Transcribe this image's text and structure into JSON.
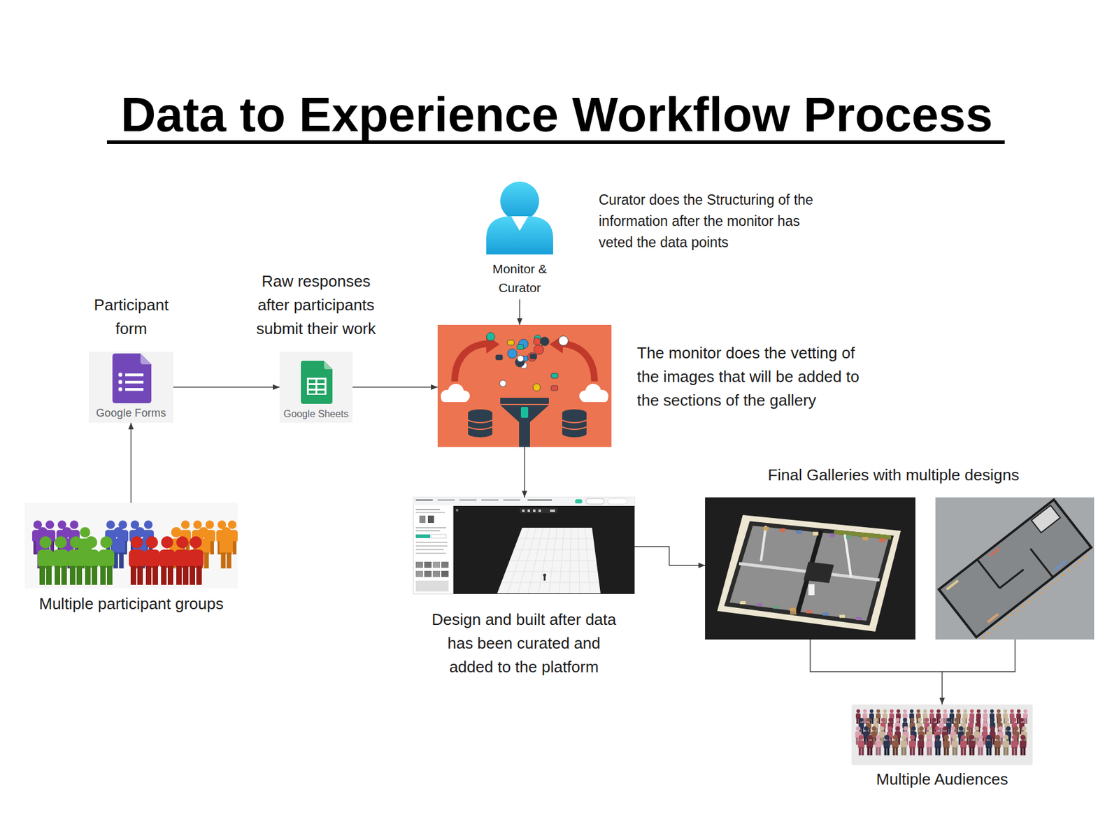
{
  "diagram": {
    "title": "Data to Experience Workflow Process",
    "nodes": [
      {
        "text": [
          "Monitor & Curator"
        ]
      },
      {
        "text": [
          "Participant form",
          "Google Forms"
        ]
      },
      {
        "text": [
          "Raw responses after participants submit their work",
          "Google Sheets"
        ]
      },
      {
        "text": [
          "The monitor does the vetting of the images that will be added to the sections of the gallery"
        ]
      },
      {
        "text": [
          "Multiple participant groups"
        ]
      },
      {
        "text": [
          "Design and built after data has been curated and added to the platform"
        ]
      },
      {
        "text": [
          "Final Galleries with multiple designs"
        ]
      },
      {
        "text": [
          "Multiple Audiences"
        ]
      }
    ],
    "edges": [
      {
        "from": 4,
        "to": 1,
        "arrow": "to"
      },
      {
        "from": 1,
        "to": 2,
        "arrow": "to"
      },
      {
        "from": 2,
        "to": 3,
        "arrow": "to"
      },
      {
        "from": 0,
        "to": 3,
        "arrow": "to"
      },
      {
        "from": 3,
        "to": 5,
        "arrow": "to"
      },
      {
        "from": 5,
        "to": 6,
        "arrow": "to"
      },
      {
        "from": 6,
        "to": 7,
        "arrow": "to"
      }
    ],
    "labels": [
      "Curator does the Structuring of the information after the monitor has veted the data points"
    ]
  }
}
